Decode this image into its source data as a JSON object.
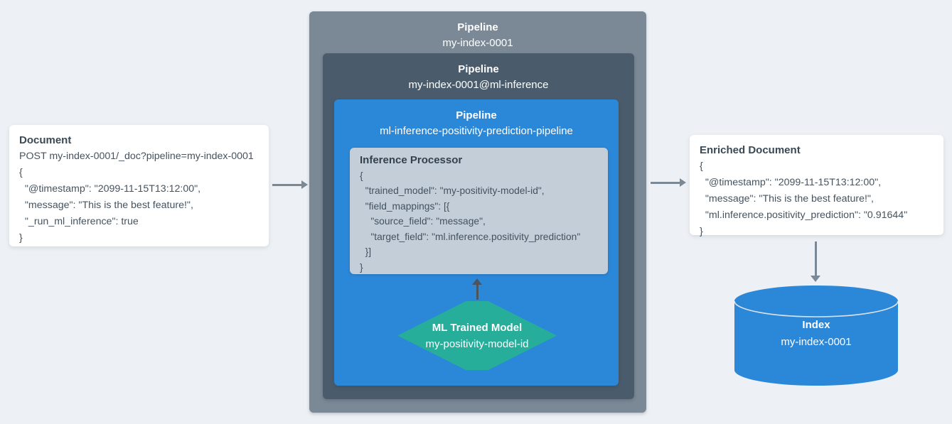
{
  "colors": {
    "background": "#edf1f5",
    "outer_pipeline_box": "#7b8896",
    "mid_pipeline_box": "#4a5b6b",
    "inner_pipeline_box": "#2b87d8",
    "processor_box": "#c3ced8",
    "hexagon": "#26ae9b",
    "cylinder": "#2b87d8",
    "card": "#ffffff",
    "text_dark": "#394956",
    "text_light": "#ffffff",
    "arrow": "#7b8896",
    "arrow_dark": "#4a5560"
  },
  "document_card": {
    "title": "Document",
    "code": "POST my-index-0001/_doc?pipeline=my-index-0001\n{\n  \"@timestamp\": \"2099-11-15T13:12:00\",\n  \"message\": \"This is the best feature!\",\n  \"_run_ml_inference\": true\n}"
  },
  "outer_pipeline": {
    "label": "Pipeline",
    "name": "my-index-0001"
  },
  "mid_pipeline": {
    "label": "Pipeline",
    "name": "my-index-0001@ml-inference"
  },
  "inner_pipeline": {
    "label": "Pipeline",
    "name": "ml-inference-positivity-prediction-pipeline"
  },
  "inference_processor": {
    "title": "Inference Processor",
    "code": "{\n  \"trained_model\": \"my-positivity-model-id\",\n  \"field_mappings\": [{\n    \"source_field\": \"message\",\n    \"target_field\": \"ml.inference.positivity_prediction\"\n  }]\n}"
  },
  "ml_model": {
    "title": "ML Trained Model",
    "name": "my-positivity-model-id"
  },
  "enriched_card": {
    "title": "Enriched Document",
    "code": "{\n  \"@timestamp\": \"2099-11-15T13:12:00\",\n  \"message\": \"This is the best feature!\",\n  \"ml.inference.positivity_prediction\": \"0.91644\"\n}"
  },
  "index_store": {
    "title": "Index",
    "name": "my-index-0001"
  }
}
